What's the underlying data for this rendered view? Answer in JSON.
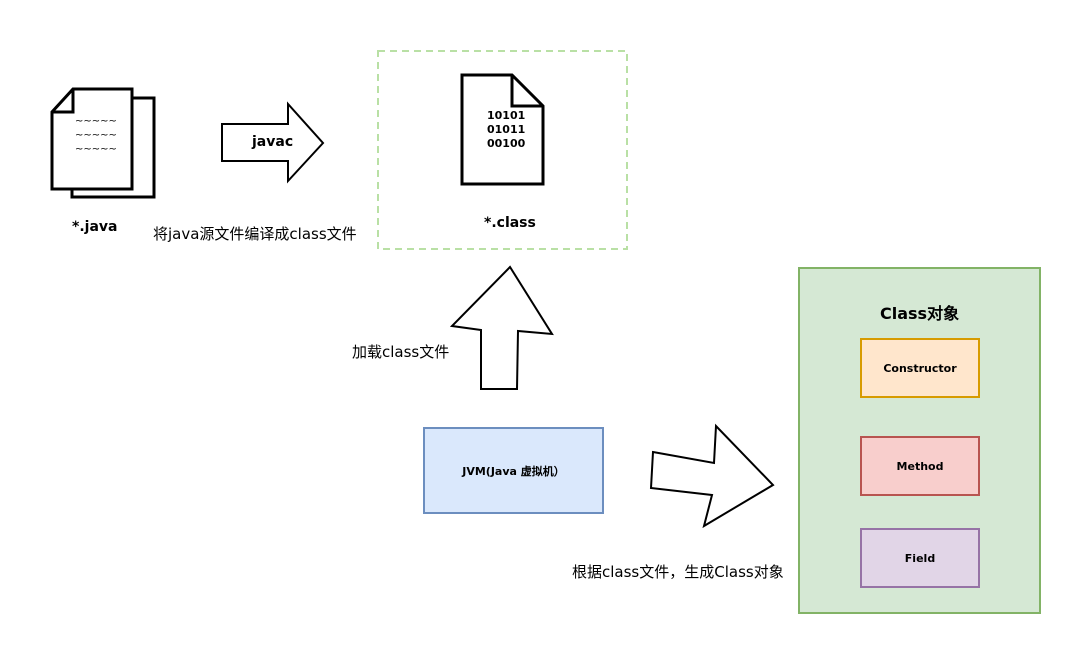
{
  "source_file": {
    "label": "*.java",
    "glyph_line": "~~~~~"
  },
  "compile_arrow": {
    "label": "javac"
  },
  "compile_caption": "将java源文件编译成class文件",
  "class_file": {
    "label": "*.class",
    "binary_lines": [
      "10101",
      "01011",
      "00100"
    ]
  },
  "load_caption": "加载class文件",
  "jvm_box": {
    "label": "JVM(Java 虚拟机）"
  },
  "generate_caption": "根据class文件，生成Class对象",
  "class_object": {
    "title": "Class对象",
    "members": [
      "Constructor",
      "Method",
      "Field"
    ]
  },
  "colors": {
    "dashed_border": "#b9e0a5",
    "jvm_fill": "#dae8fc",
    "jvm_stroke": "#6c8ebf",
    "class_object_fill": "#d5e8d4",
    "class_object_stroke": "#82b366",
    "constructor_fill": "#ffe6cc",
    "constructor_stroke": "#d79b00",
    "method_fill": "#f8cecc",
    "method_stroke": "#b85450",
    "field_fill": "#e1d5e7",
    "field_stroke": "#9673a6"
  }
}
